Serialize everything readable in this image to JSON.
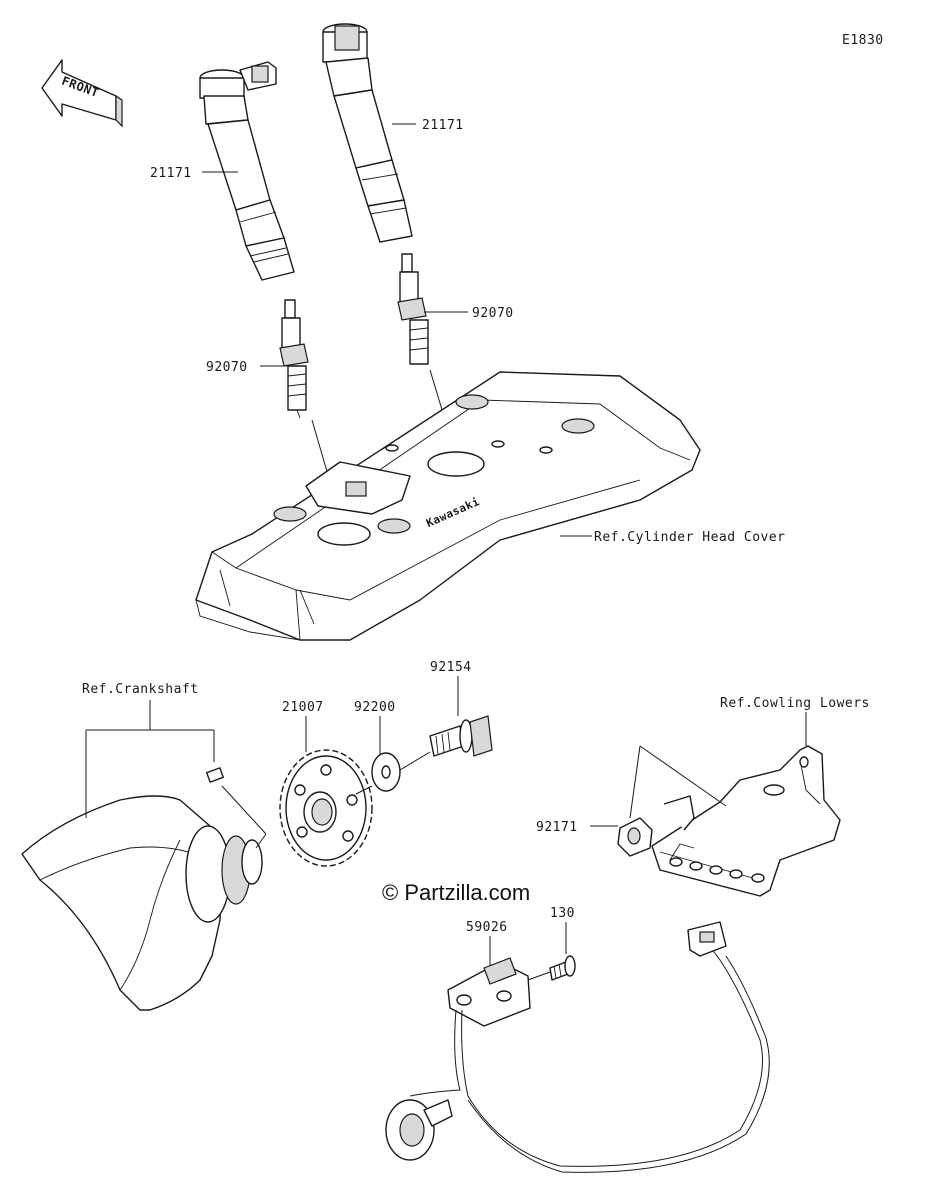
{
  "diagram_code": "E1830",
  "front_label": "FRONT",
  "watermark": "© Partzilla.com",
  "cover_logo": "Kawasaki",
  "colors": {
    "line": "#1a1a1a",
    "fill": "#ffffff",
    "shade": "#d9d9d9"
  },
  "labels": {
    "coil_left": "21171",
    "coil_right": "21171",
    "plug_left": "92070",
    "plug_right": "92070",
    "ref_cylinder_head_cover": "Ref.Cylinder Head Cover",
    "ref_crankshaft": "Ref.Crankshaft",
    "rotor": "21007",
    "washer": "92200",
    "bolt": "92154",
    "ref_cowling_lowers": "Ref.Cowling Lowers",
    "clamp": "92171",
    "sensor": "59026",
    "sensor_bolt": "130"
  }
}
